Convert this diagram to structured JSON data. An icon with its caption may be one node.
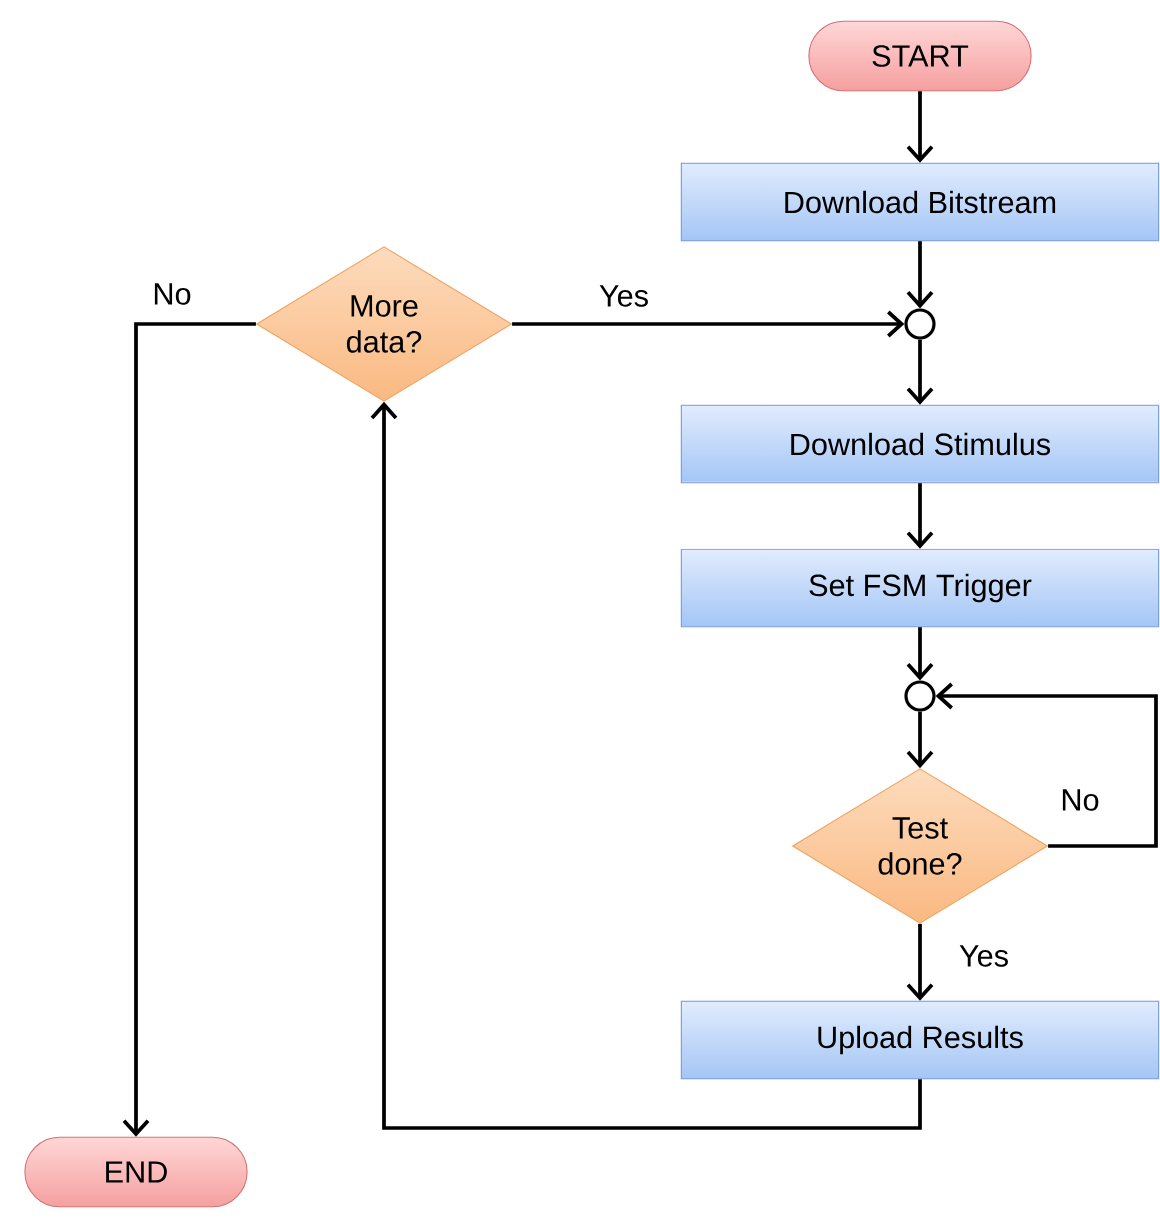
{
  "diagram": {
    "nodes": [
      {
        "text": [
          "START"
        ]
      },
      {
        "text": [
          "Download Bitstream"
        ]
      },
      {
        "text": [
          "More data?"
        ]
      },
      {
        "text": [],
        "shape": "circle"
      },
      {
        "text": [
          "Download Stimulus"
        ]
      },
      {
        "text": [
          "Set FSM Trigger"
        ]
      },
      {
        "text": [],
        "shape": "circle"
      },
      {
        "text": [
          "Test done?"
        ]
      },
      {
        "text": [
          "Upload Results"
        ]
      },
      {
        "text": [
          "END"
        ]
      }
    ],
    "edges": [
      {
        "from": 0,
        "to": 1,
        "arrow": "to"
      },
      {
        "from": 1,
        "to": 3,
        "arrow": "to"
      },
      {
        "from": 2,
        "to": 3,
        "arrow": "to",
        "label": "Yes"
      },
      {
        "from": 3,
        "to": 4,
        "arrow": "to"
      },
      {
        "from": 4,
        "to": 5,
        "arrow": "to"
      },
      {
        "from": 5,
        "to": 6,
        "arrow": "to"
      },
      {
        "from": 6,
        "to": 7,
        "arrow": "to"
      },
      {
        "from": 7,
        "to": 8,
        "arrow": "to",
        "label": "Yes"
      },
      {
        "from": 7,
        "to": 6,
        "arrow": "to",
        "label": "No"
      },
      {
        "from": 8,
        "to": 2,
        "arrow": "to"
      },
      {
        "from": 2,
        "to": 9,
        "arrow": "to",
        "label": "No"
      }
    ]
  }
}
